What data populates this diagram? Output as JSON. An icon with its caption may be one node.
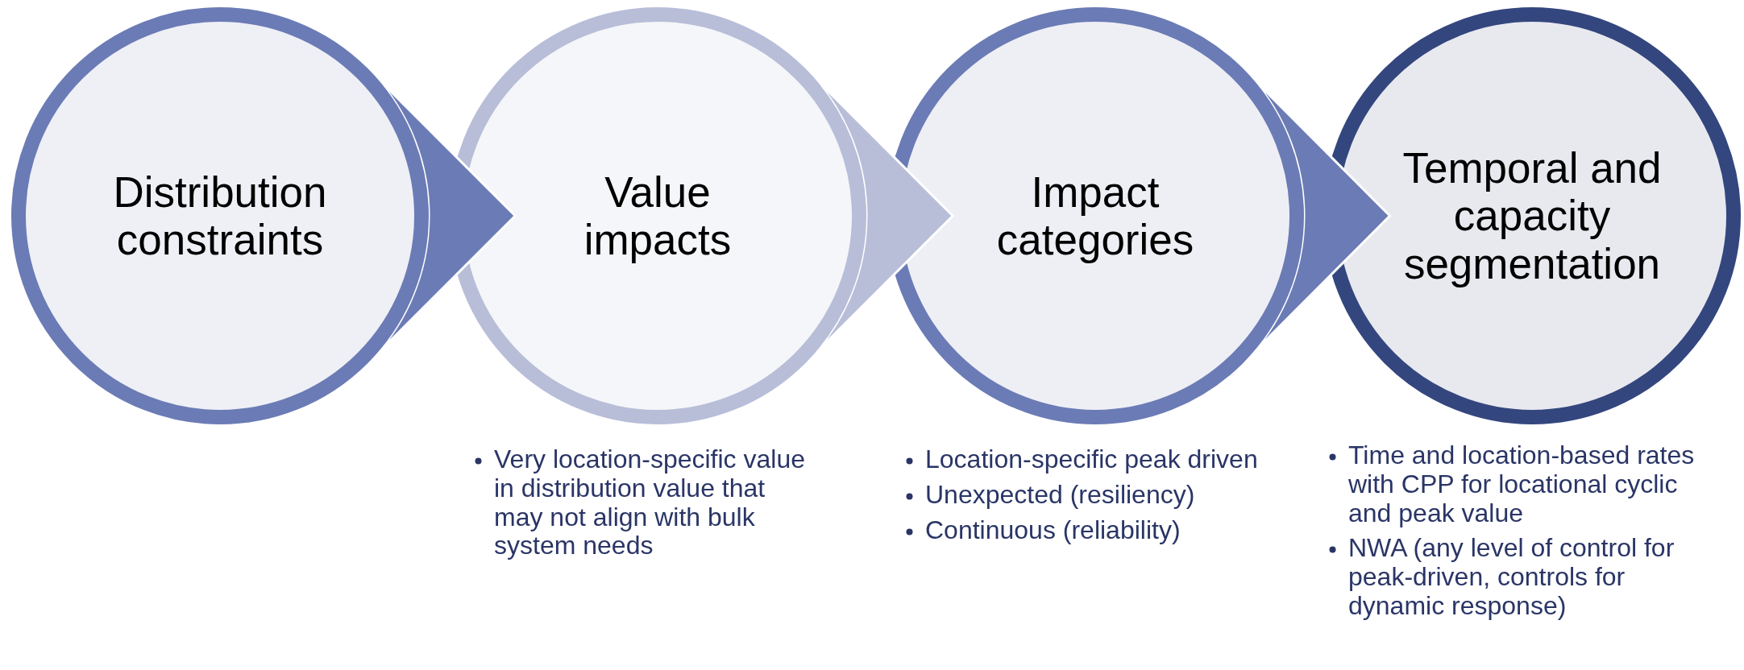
{
  "diagram": {
    "nodes": [
      {
        "text": [
          "Distribution constraints"
        ]
      },
      {
        "text": [
          "Value impacts"
        ],
        "beside": [
          "Very location-specific value in distribution value that may not align with bulk system needs"
        ]
      },
      {
        "text": [
          "Impact categories"
        ],
        "beside": [
          "Location-specific peak driven",
          "Unexpected (resiliency)",
          "Continuous (reliability)"
        ]
      },
      {
        "text": [
          "Temporal and capacity segmentation"
        ],
        "beside": [
          "Time and location-based rates with CPP for locational cyclic and peak value",
          "NWA (any level of control for peak-driven, controls for dynamic response)"
        ]
      }
    ],
    "edges": [
      {
        "from": 0,
        "to": 1,
        "arrow": "to"
      },
      {
        "from": 1,
        "to": 2,
        "arrow": "to",
        "color": "#b8bed8"
      },
      {
        "from": 2,
        "to": 3,
        "arrow": "to"
      }
    ]
  }
}
